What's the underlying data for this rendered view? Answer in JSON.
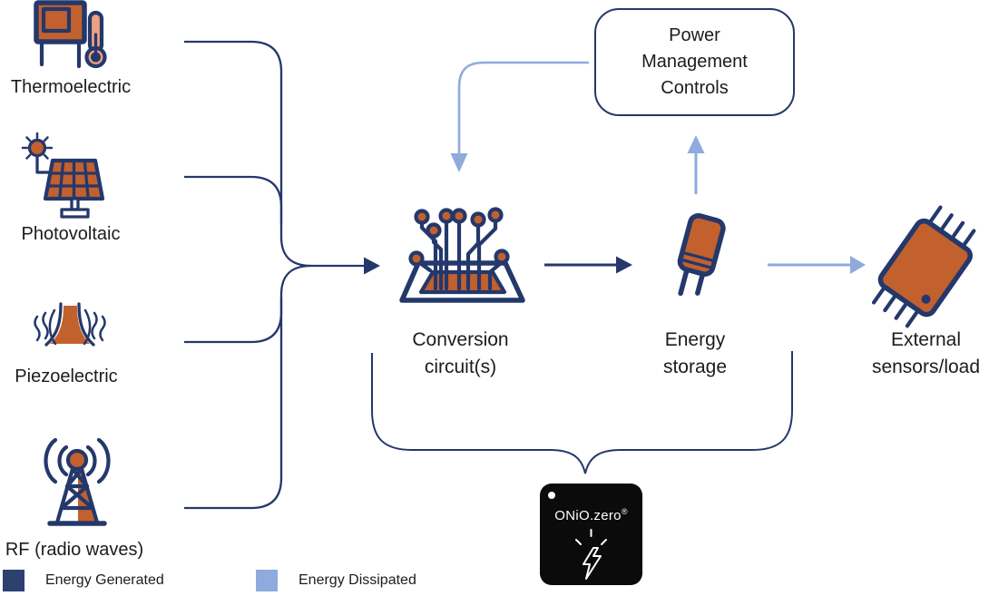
{
  "palette": {
    "navy": "#24386B",
    "light_blue": "#8FAADC",
    "orange": "#C2612E",
    "peach": "#EDA183",
    "legend_navy": "#2D4170",
    "chip_bg": "#0B0B0B",
    "text": "#1C1C1C",
    "white": "#FFFFFF"
  },
  "sources": [
    {
      "label": "Thermoelectric",
      "icon": "thermoelectric-icon"
    },
    {
      "label": "Photovoltaic",
      "icon": "photovoltaic-icon"
    },
    {
      "label": "Piezoelectric",
      "icon": "piezoelectric-icon"
    },
    {
      "label": "RF (radio waves)",
      "icon": "rf-tower-icon"
    }
  ],
  "stages": [
    {
      "line1": "Conversion",
      "line2": "circuit(s)",
      "icon": "conversion-circuit-icon"
    },
    {
      "line1": "Energy",
      "line2": "storage",
      "icon": "energy-storage-capacitor-icon"
    },
    {
      "line1": "External",
      "line2": "sensors/load",
      "icon": "external-chip-icon"
    }
  ],
  "power_box": {
    "line1": "Power",
    "line2": "Management",
    "line3": "Controls"
  },
  "chip": {
    "name": "ONiO.zero",
    "registered": "®"
  },
  "legend": {
    "items": [
      {
        "label": "Energy Generated",
        "color_key": "legend_navy"
      },
      {
        "label": "Energy Dissipated",
        "color_key": "light_blue"
      }
    ]
  },
  "connections": [
    {
      "from": "Thermoelectric",
      "to": "Conversion circuit(s)",
      "type": "generated"
    },
    {
      "from": "Photovoltaic",
      "to": "Conversion circuit(s)",
      "type": "generated"
    },
    {
      "from": "Piezoelectric",
      "to": "Conversion circuit(s)",
      "type": "generated"
    },
    {
      "from": "RF (radio waves)",
      "to": "Conversion circuit(s)",
      "type": "generated"
    },
    {
      "from": "Conversion circuit(s)",
      "to": "Energy storage",
      "type": "generated"
    },
    {
      "from": "Energy storage",
      "to": "Power Management Controls",
      "type": "dissipated"
    },
    {
      "from": "Power Management Controls",
      "to": "Conversion circuit(s)",
      "type": "dissipated"
    },
    {
      "from": "Energy storage",
      "to": "External sensors/load",
      "type": "dissipated"
    },
    {
      "from": "Conversion circuit(s) & Energy storage",
      "to": "ONiO.zero",
      "type": "scope-brace"
    }
  ]
}
